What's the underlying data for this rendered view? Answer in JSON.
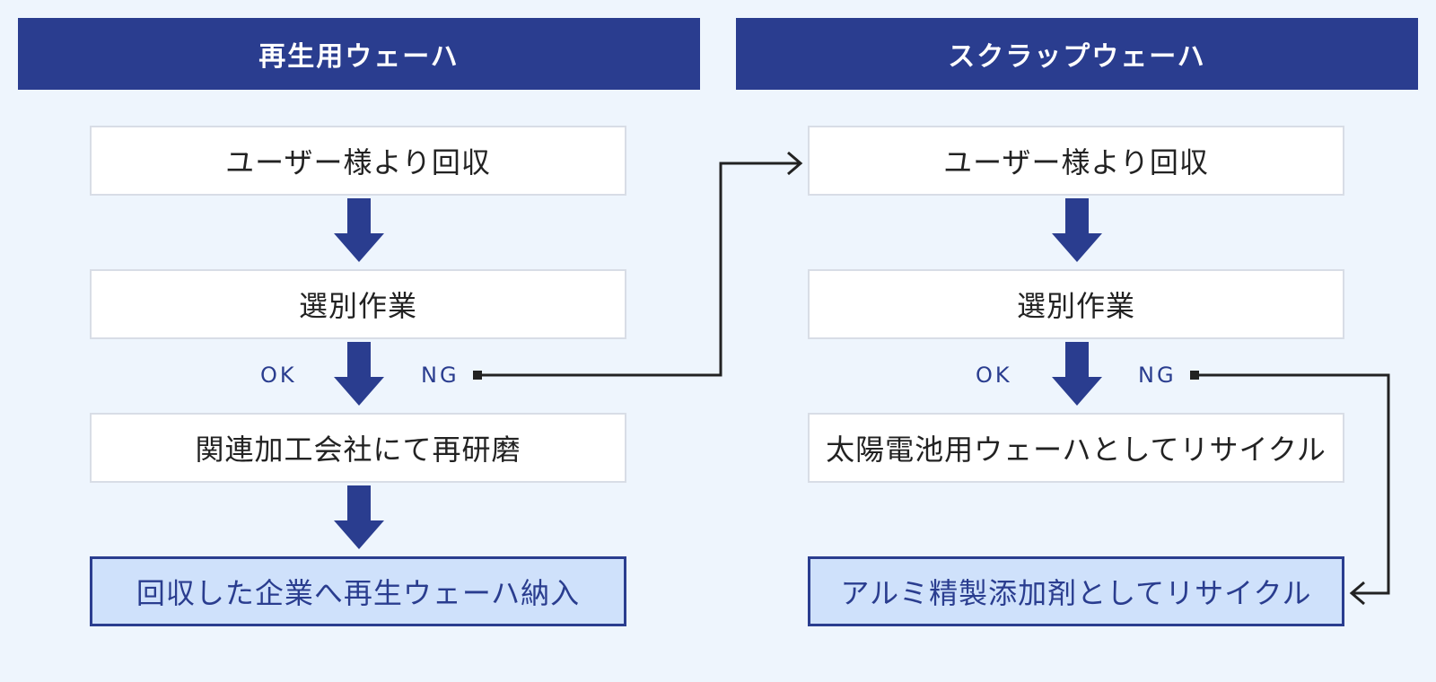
{
  "colors": {
    "accent": "#2a3d8f",
    "background": "#eef5fd",
    "final_fill": "#cfe1fb"
  },
  "left": {
    "header": "再生用ウェーハ",
    "steps": [
      "ユーザー様より回収",
      "選別作業",
      "関連加工会社にて再研磨"
    ],
    "final": "回収した企業へ再生ウェーハ納入",
    "ok_label": "OK",
    "ng_label": "NG"
  },
  "right": {
    "header": "スクラップウェーハ",
    "steps": [
      "ユーザー様より回収",
      "選別作業",
      "太陽電池用ウェーハとしてリサイクル"
    ],
    "final": "アルミ精製添加剤としてリサイクル",
    "ok_label": "OK",
    "ng_label": "NG"
  }
}
